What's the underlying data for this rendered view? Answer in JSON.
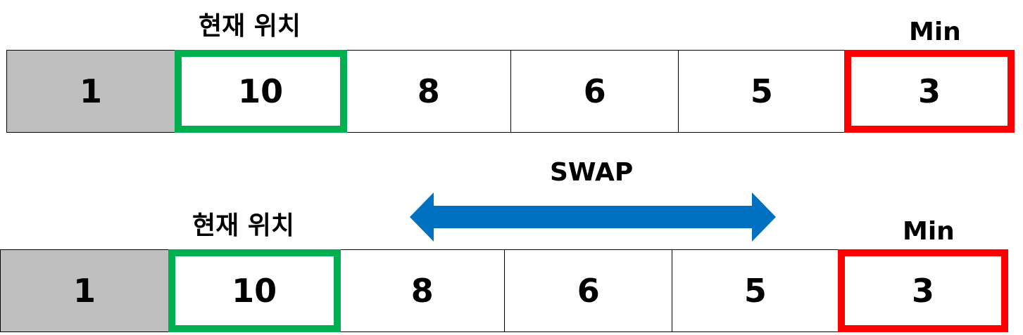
{
  "colors": {
    "current_border": "#00b050",
    "min_border": "#ff0000",
    "done_fill": "#bfbfbf",
    "swap_arrow": "#0070c0"
  },
  "top_row": {
    "current_label": "현재 위치",
    "min_label": "Min",
    "cells": [
      "1",
      "10",
      "8",
      "6",
      "5",
      "3"
    ]
  },
  "swap": {
    "label": "SWAP",
    "icon": "double-headed-arrow-icon"
  },
  "bottom_row": {
    "current_label": "현재 위치",
    "min_label": "Min",
    "cells": [
      "1",
      "10",
      "8",
      "6",
      "5",
      "3"
    ]
  }
}
